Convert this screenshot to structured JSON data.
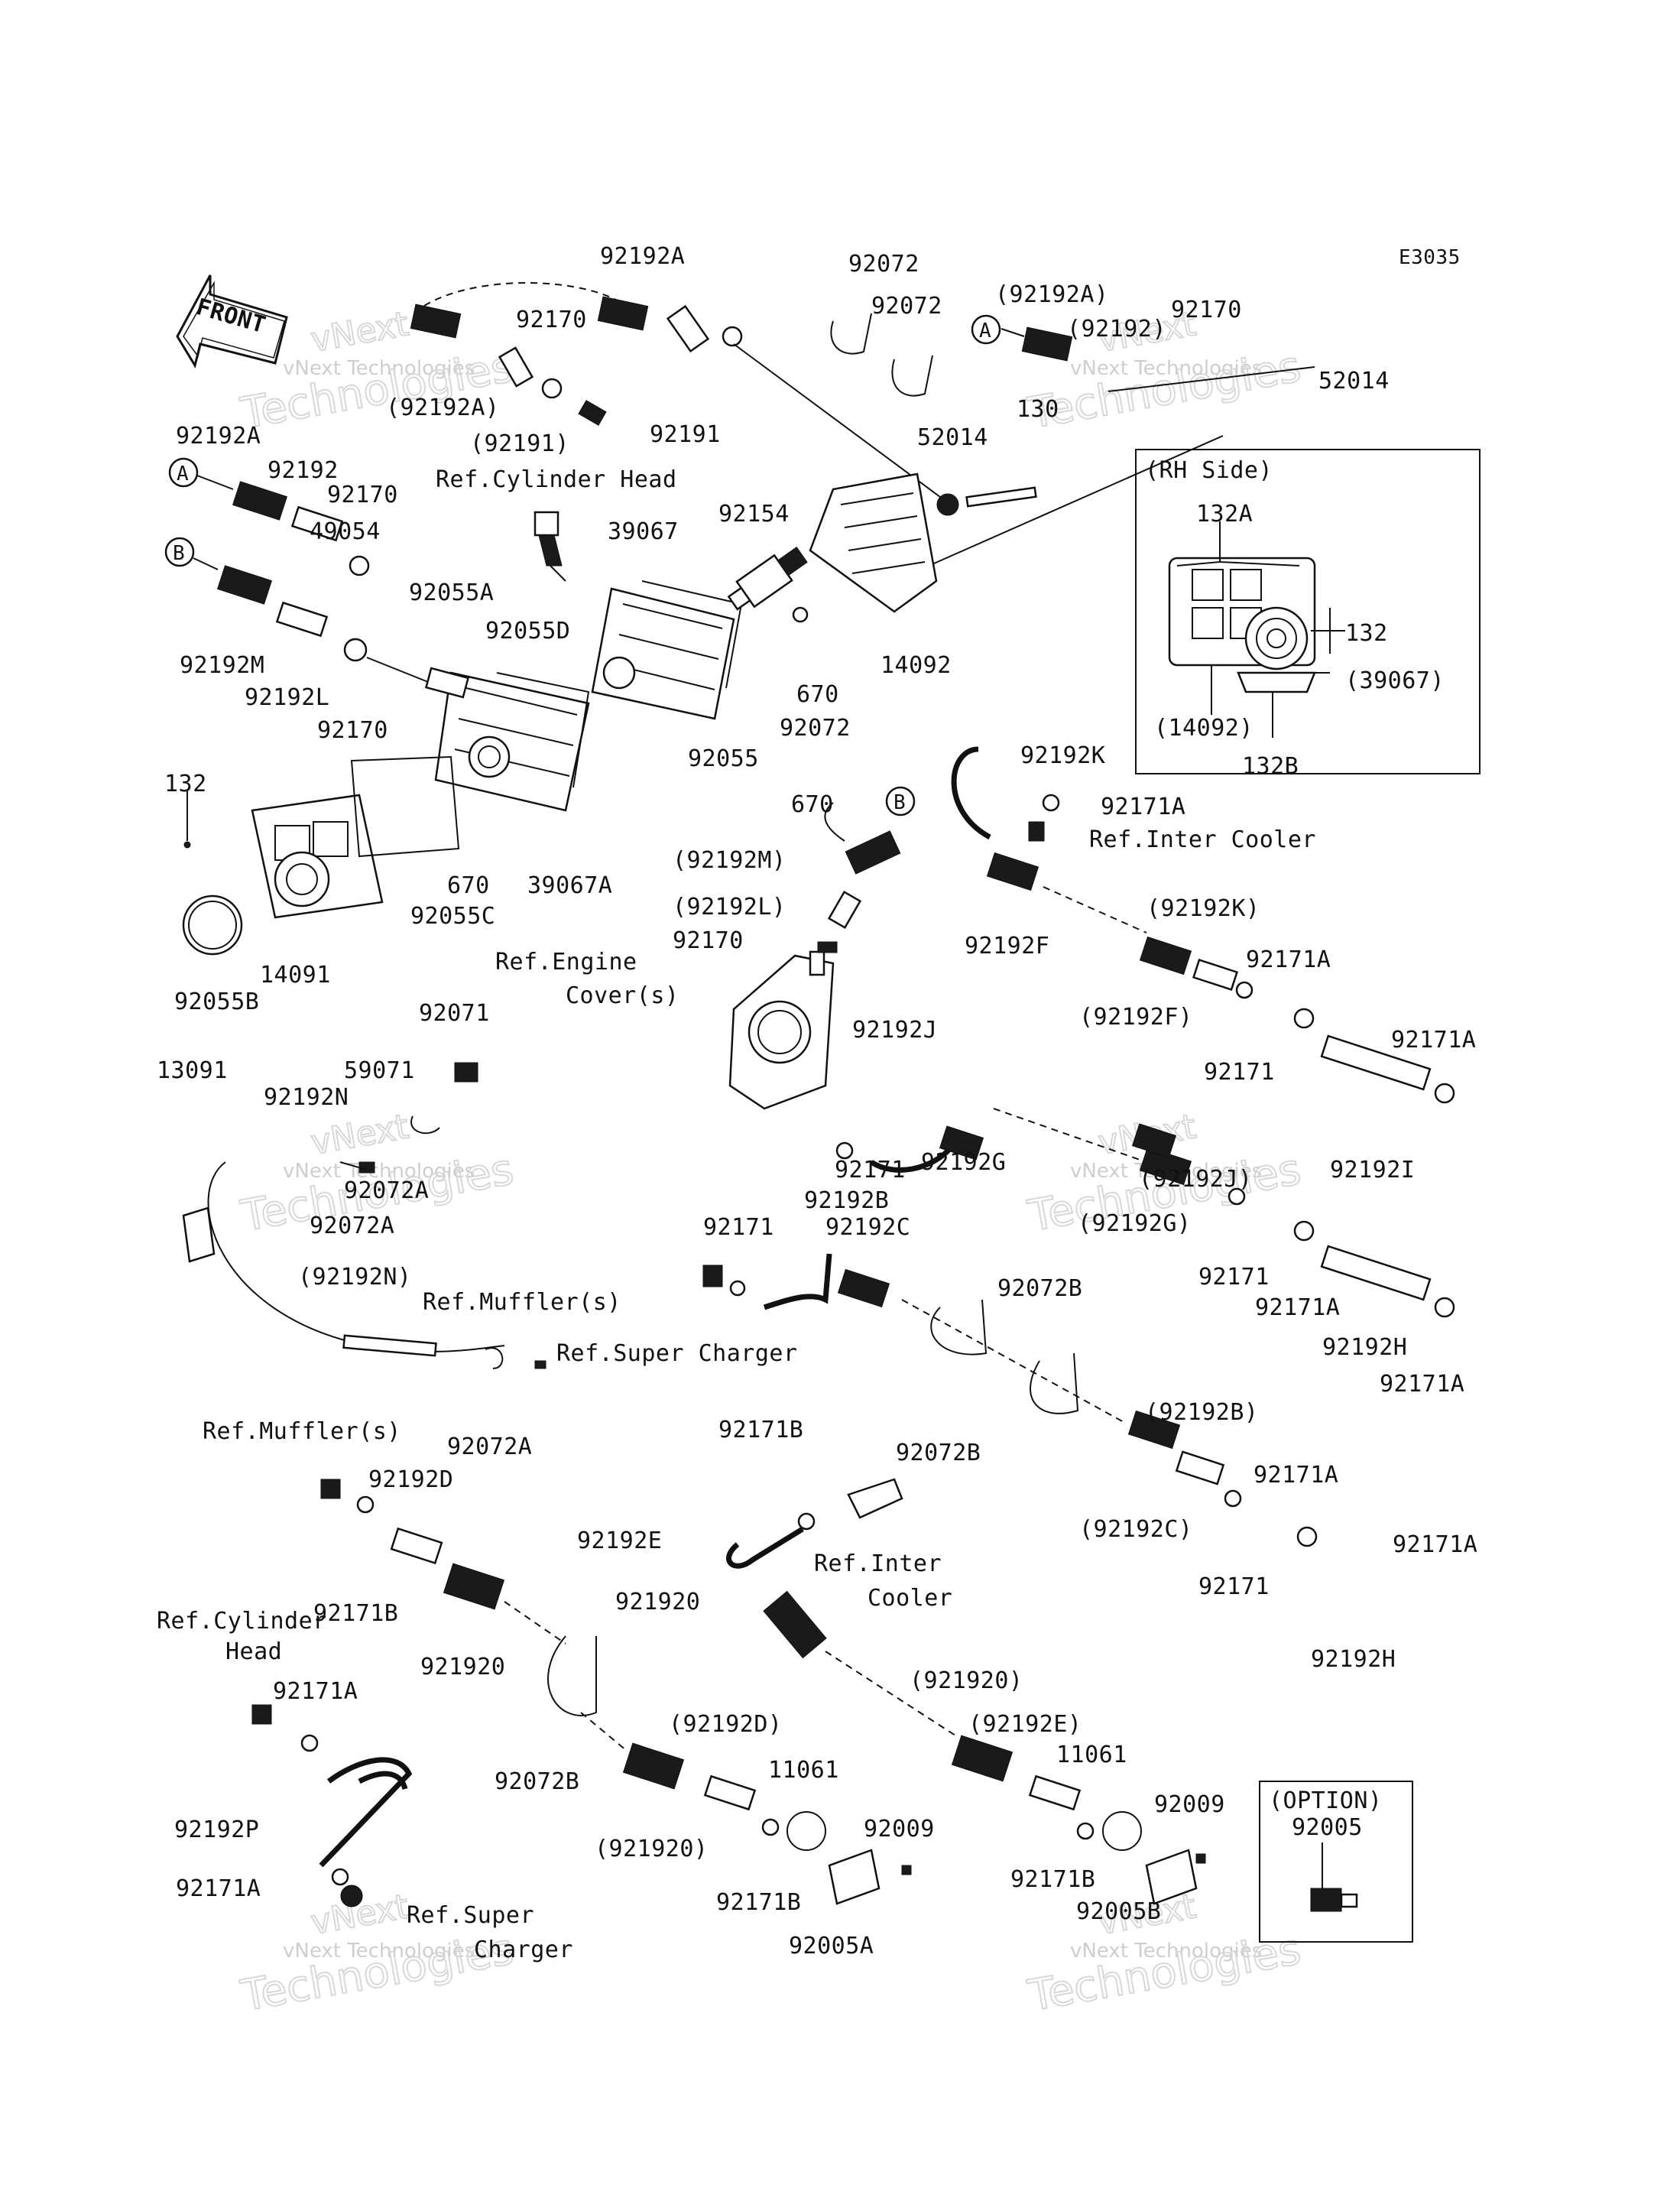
{
  "diagram_code": "E3035",
  "front_arrow_label": "FRONT",
  "watermark": {
    "line1": "vNext Technologies",
    "line2": "Technologies",
    "line3": "vNext"
  },
  "rh_side_box": {
    "title": "(RH Side)"
  },
  "option_box": {
    "title": "(OPTION)",
    "part": "92005"
  },
  "circle_markers": [
    "A",
    "B"
  ],
  "labels": [
    "92192A",
    "92170",
    "92072",
    "92072",
    "(92192A)",
    "(92192)",
    "92170",
    "52014",
    "92192A",
    "(92192A)",
    "(92191)",
    "92191",
    "52014",
    "130",
    "Ref.Cylinder Head",
    "92192",
    "92170",
    "49054",
    "39067",
    "92154",
    "92055A",
    "92055D",
    "92192M",
    "92192L",
    "92170",
    "670",
    "92055",
    "14092",
    "670",
    "92072",
    "670",
    "39067A",
    "132",
    "92055C",
    "14091",
    "92055B",
    "132A",
    "132",
    "(39067)",
    "(14092)",
    "132B",
    "92192K",
    "92171A",
    "Ref.Inter Cooler",
    "(92192M)",
    "(92192L)",
    "92170",
    "92192F",
    "(92192K)",
    "92171A",
    "(92192F)",
    "92171",
    "92171A",
    "Ref.Engine",
    "Cover(s)",
    "92192J",
    "92171",
    "92192G",
    "(92192J)",
    "92192I",
    "(92192G)",
    "92171",
    "92171A",
    "92192H",
    "92171A",
    "92071",
    "59071",
    "13091",
    "92192N",
    "92072A",
    "92072A",
    "92192B",
    "92171",
    "92192C",
    "92072B",
    "(92192N)",
    "Ref.Muffler(s)",
    "Ref.Super Charger",
    "92072A",
    "92072B",
    "(92192B)",
    "92171A",
    "(92192C)",
    "92171",
    "92171A",
    "92192H",
    "Ref.Muffler(s)",
    "92192D",
    "92171B",
    "92171B",
    "92192E",
    "Ref.Inter",
    "Cooler",
    "921920",
    "Ref.Cylinder",
    "Head",
    "921920",
    "92171A",
    "92072B",
    "(921920)",
    "(92192E)",
    "11061",
    "(92192D)",
    "11061",
    "92009",
    "92009",
    "92192P",
    "(921920)",
    "92171B",
    "92171B",
    "92005A",
    "92005B",
    "92171A",
    "Ref.Super",
    "Charger"
  ]
}
